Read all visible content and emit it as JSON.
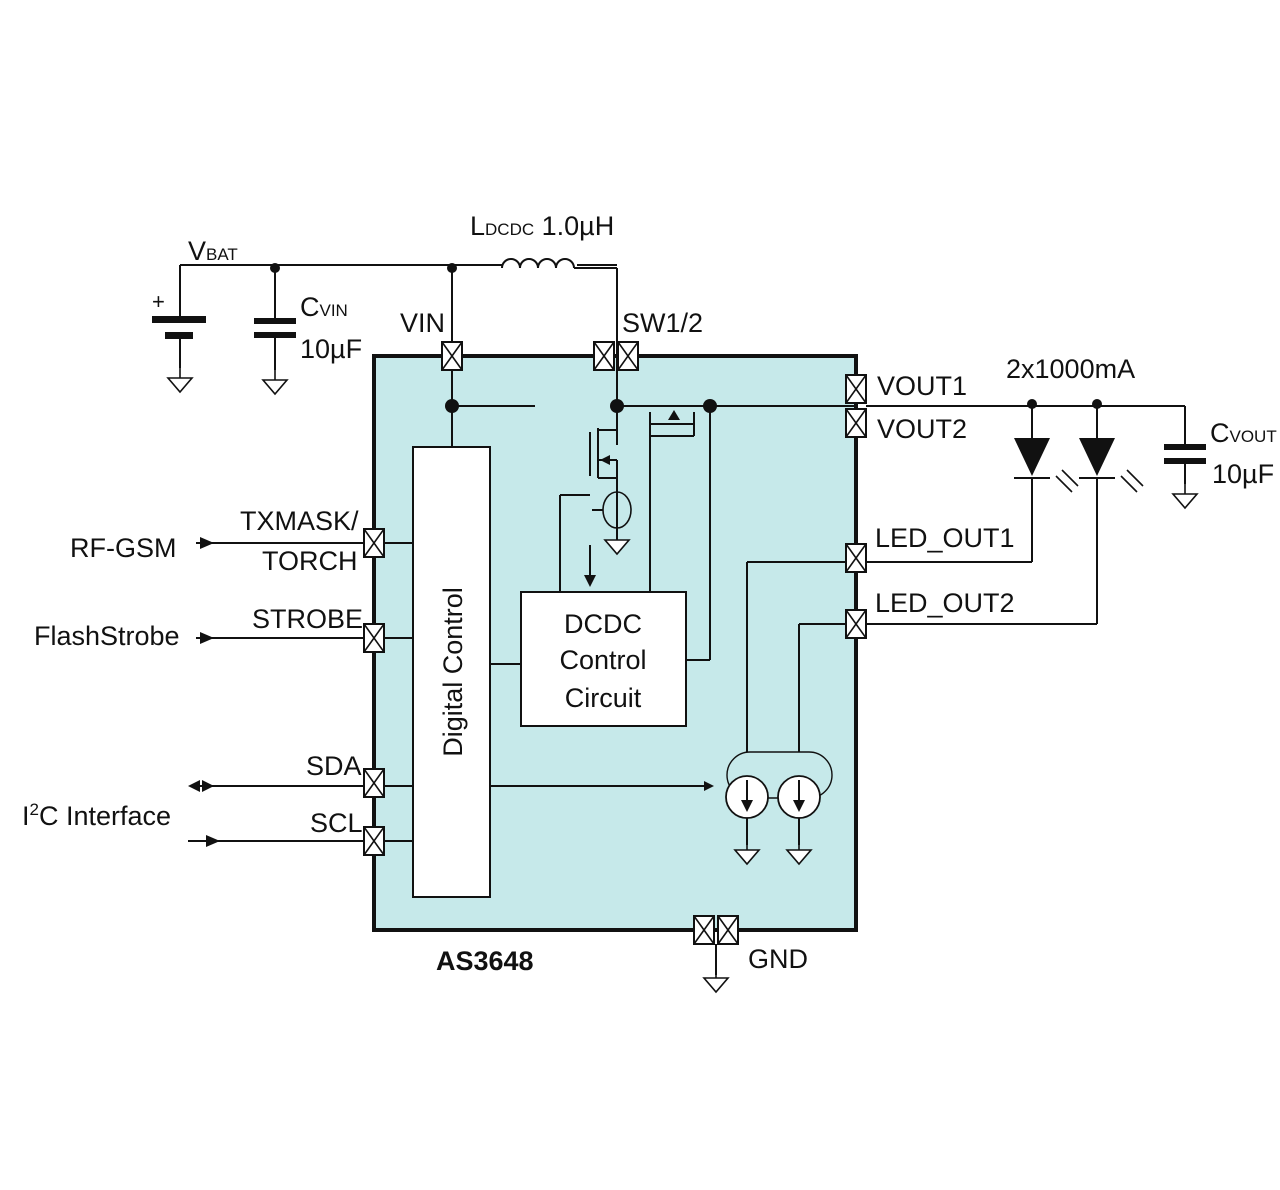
{
  "chip": {
    "name": "AS3648",
    "color": "#c6e9ea"
  },
  "blocks": {
    "digital_control": "Digital Control",
    "dcdc": [
      "DCDC",
      "Control",
      "Circuit"
    ]
  },
  "labels": {
    "vbat_main": "V",
    "vbat_sub": "BAT",
    "ldcdc_main": "L",
    "ldcdc_sub": "DCDC",
    "ldcdc_value": " 1.0µH",
    "cvin_main": "C",
    "cvin_sub": "VIN",
    "cvin_value": "10µF",
    "cvout_main": "C",
    "cvout_sub": "VOUT",
    "cvout_value": "10µF",
    "led_current": "2x1000mA",
    "battery_plus": "+"
  },
  "pins": {
    "vin": "VIN",
    "sw": "SW1/2",
    "vout1": "VOUT1",
    "vout2": "VOUT2",
    "led_out1": "LED_OUT1",
    "led_out2": "LED_OUT2",
    "txmask": "TXMASK/",
    "torch": "TORCH",
    "strobe": "STROBE",
    "sda": "SDA",
    "scl": "SCL",
    "gnd": "GND"
  },
  "signals": {
    "rf_gsm": "RF-GSM",
    "flash_strobe": "FlashStrobe",
    "i2c_main": "I",
    "i2c_sup": "2",
    "i2c_rest": "C Interface"
  }
}
